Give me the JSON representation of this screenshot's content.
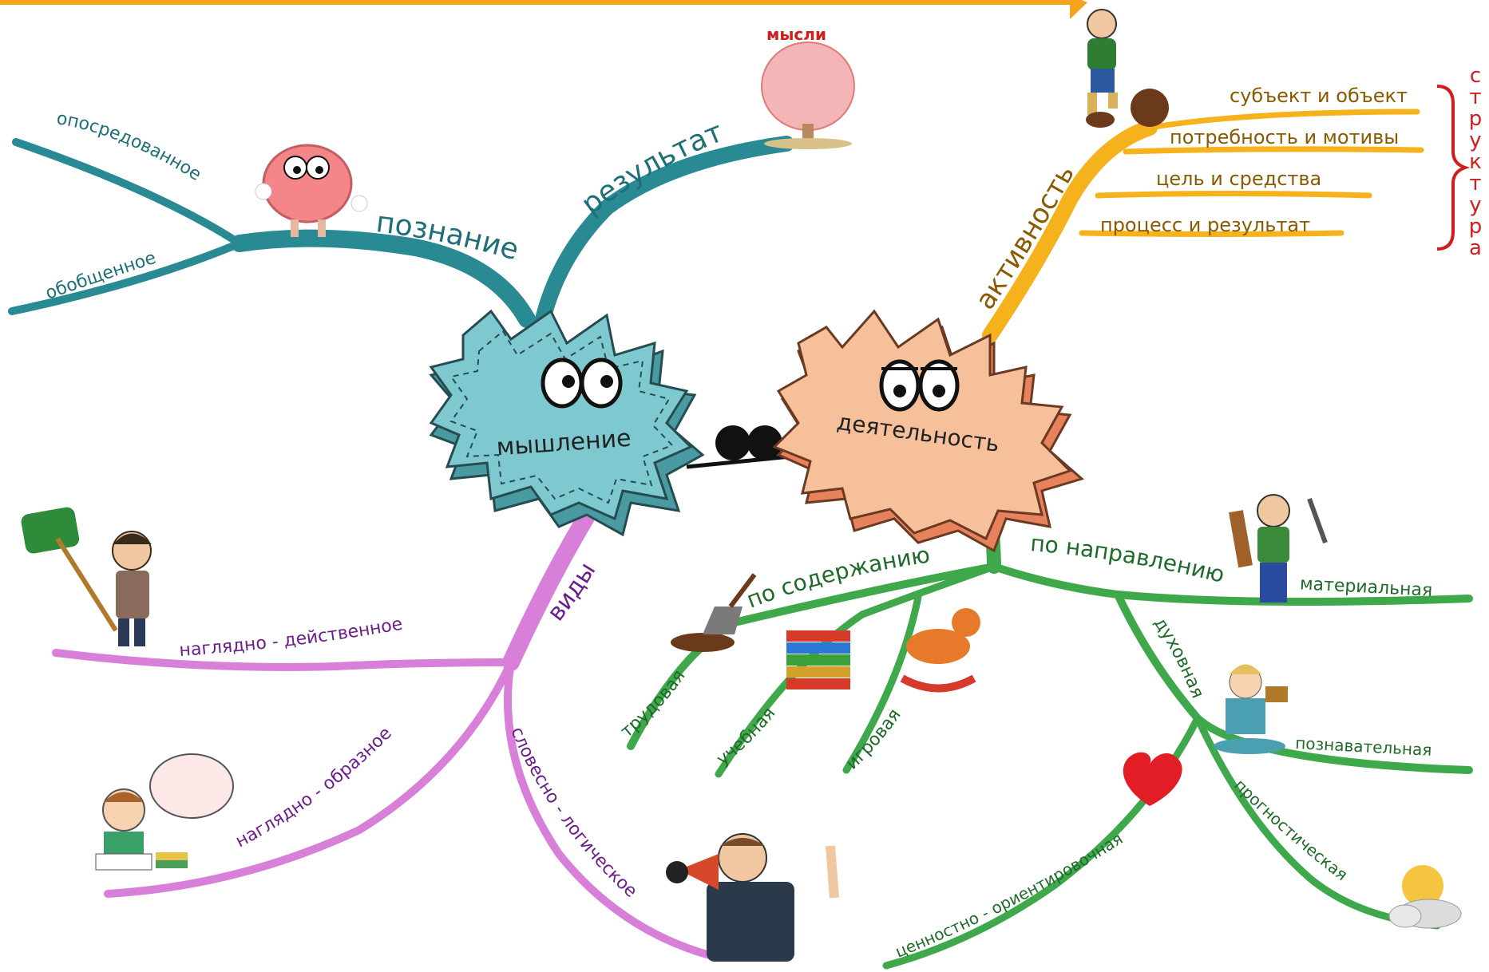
{
  "center_left": {
    "label": "мышление",
    "color": "#7ec9cf"
  },
  "center_right": {
    "label": "деятельность",
    "color": "#f6c19a"
  },
  "branches": {
    "cognition": {
      "label": "познание",
      "result": "результат",
      "mediated": "опосредованное",
      "generalized": "обобщенное",
      "color": "#2a8a93"
    },
    "thoughts_label": "мысли",
    "activity": {
      "label": "активность",
      "color": "#f5b21c",
      "items": [
        "субъект и объект",
        "потребность и мотивы",
        "цель и средства",
        "процесс и результат"
      ],
      "structure_letters": [
        "с",
        "т",
        "р",
        "у",
        "к",
        "т",
        "у",
        "р",
        "а"
      ]
    },
    "types": {
      "label": "виды",
      "color": "#d77fd9",
      "items": [
        "наглядно - действенное",
        "наглядно - образное",
        "словесно - логическое"
      ]
    },
    "by_content": {
      "label": "по содержанию",
      "color": "#3fa84a",
      "items": [
        "трудовая",
        "учебная",
        "игровая"
      ]
    },
    "by_direction": {
      "label": "по направлению",
      "material": "материальная",
      "spiritual": "духовная",
      "cognitive": "познавательная",
      "value": "ценностно - ориентировочная",
      "prognostic": "прогностическая"
    }
  },
  "icons": {
    "brain": "brain-icon",
    "tree": "thoughts-tree-icon",
    "walker": "walking-man-icon",
    "shovel_man": "shovel-boy-icon",
    "thinking_boy": "thinking-boy-icon",
    "speaker": "megaphone-man-icon",
    "shovel": "shovel-icon",
    "books": "books-icon",
    "horse": "rocking-horse-icon",
    "worker": "worker-icon",
    "reader": "reading-girl-icon",
    "heart": "heart-icon",
    "weather": "sun-cloud-icon"
  }
}
